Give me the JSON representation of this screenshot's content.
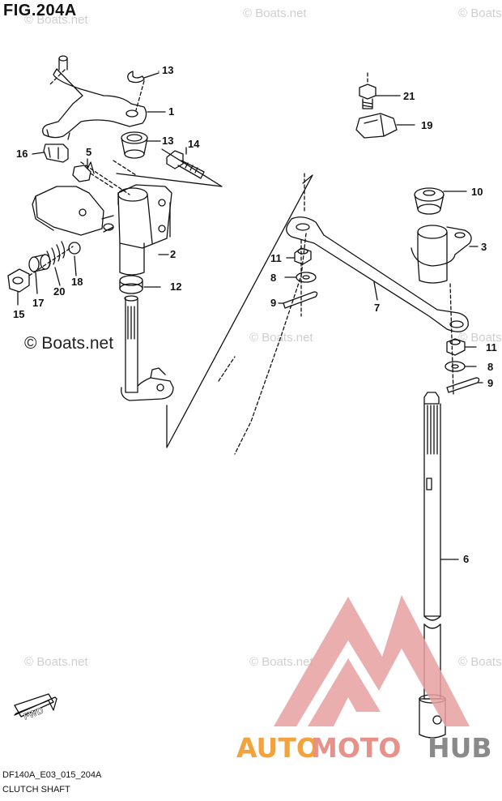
{
  "figure": {
    "title": "FIG.204A",
    "code": "DF140A_E03_015_204A",
    "name": "CLUTCH SHAFT"
  },
  "watermark": {
    "text": "© Boats.net"
  },
  "fwd_badge": "FWD",
  "logo": {
    "part1": "AUTO",
    "part2": "MOTO",
    "part3": "HUB",
    "colors": {
      "orange": "#f4a23a",
      "red": "#e8a0a0",
      "gray": "#8a8a8a"
    }
  },
  "part_labels": [
    {
      "id": "13a",
      "text": "13"
    },
    {
      "id": "1",
      "text": "1"
    },
    {
      "id": "13b",
      "text": "13"
    },
    {
      "id": "14",
      "text": "14"
    },
    {
      "id": "16",
      "text": "16"
    },
    {
      "id": "5",
      "text": "5"
    },
    {
      "id": "2",
      "text": "2"
    },
    {
      "id": "12",
      "text": "12"
    },
    {
      "id": "15",
      "text": "15"
    },
    {
      "id": "17",
      "text": "17"
    },
    {
      "id": "20",
      "text": "20"
    },
    {
      "id": "18",
      "text": "18"
    },
    {
      "id": "21",
      "text": "21"
    },
    {
      "id": "19",
      "text": "19"
    },
    {
      "id": "10",
      "text": "10"
    },
    {
      "id": "3",
      "text": "3"
    },
    {
      "id": "11a",
      "text": "11"
    },
    {
      "id": "8a",
      "text": "8"
    },
    {
      "id": "9a",
      "text": "9"
    },
    {
      "id": "7",
      "text": "7"
    },
    {
      "id": "11b",
      "text": "11"
    },
    {
      "id": "8b",
      "text": "8"
    },
    {
      "id": "9b",
      "text": "9"
    },
    {
      "id": "6",
      "text": "6"
    }
  ]
}
